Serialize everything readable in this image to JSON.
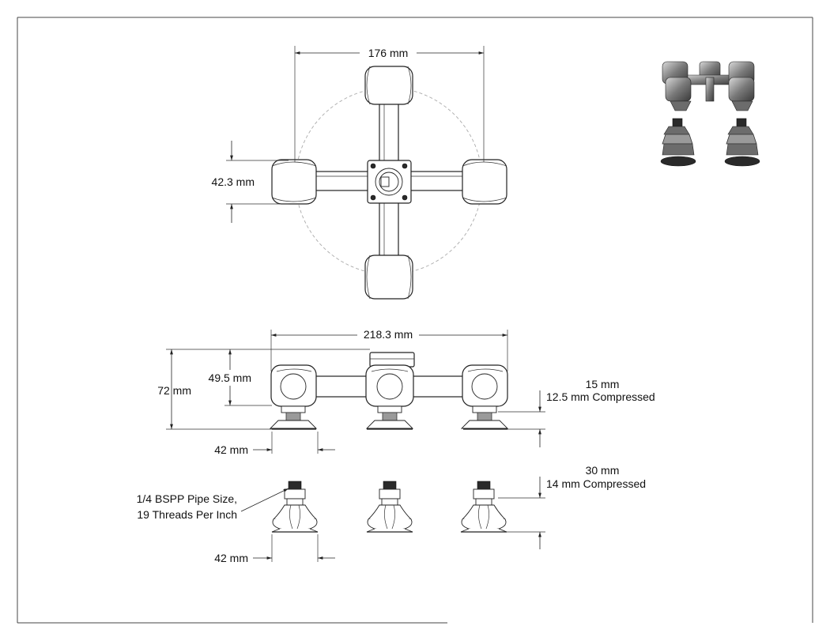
{
  "top_view": {
    "width_label": "176 mm",
    "cup_label": "42.3 mm"
  },
  "side_view": {
    "span_label": "218.3 mm",
    "height_label": "72 mm",
    "center_label": "49.5 mm",
    "cup_width_label": "42 mm",
    "stroke_label_1": "15 mm",
    "stroke_label_2": "12.5 mm Compressed"
  },
  "cups_view": {
    "thread_label_1": "1/4 BSPP Pipe Size,",
    "thread_label_2": "19 Threads Per Inch",
    "stroke_label_1": "30 mm",
    "stroke_label_2": "14 mm Compressed",
    "cup_width_label": "42 mm"
  }
}
